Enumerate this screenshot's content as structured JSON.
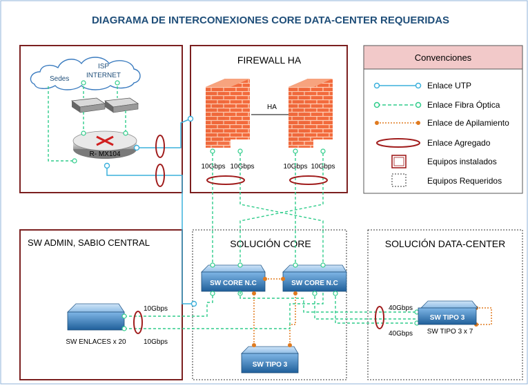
{
  "title": "DIAGRAMA DE INTERCONEXIONES CORE DATA-CENTER REQUERIDAS",
  "colors": {
    "title": "#1f4e79",
    "utp": "#3ab0dc",
    "fiber": "#2ecc8a",
    "stack": "#e07a1f",
    "aggregate": "#a01c1c",
    "installed_border": "#7b1f1f",
    "legend_header_bg": "#f2c9c9",
    "firewall": "#f0663c",
    "switch": "#2f7fbf"
  },
  "router_box": {
    "cloud_sedes": "Sedes",
    "cloud_isp_line1": "ISP",
    "cloud_isp_line2": "INTERNET",
    "router_label": "R- MX104"
  },
  "firewall_box": {
    "title": "FIREWALL HA",
    "ha_label": "HA",
    "ports": [
      "10Gbps",
      "10Gbps",
      "10Gbps",
      "10Gbps"
    ]
  },
  "legend": {
    "title": "Convenciones",
    "items": [
      "Enlace UTP",
      "Enlace Fibra Óptica",
      "Enlace de Apilamiento",
      "Enlace Agregado",
      "Equipos instalados",
      "Equipos Requeridos"
    ]
  },
  "sw_admin_box": {
    "title": "SW ADMIN, SABIO CENTRAL",
    "switch_label": "SW ENLACES x 20",
    "link_top": "10Gbps",
    "link_bottom": "10Gbps"
  },
  "core_box": {
    "title": "SOLUCIÓN CORE",
    "switch1": "SW CORE N.C",
    "switch2": "SW CORE N.C",
    "switch3": "SW TIPO 3"
  },
  "dc_box": {
    "title": "SOLUCIÓN DATA-CENTER",
    "switch_label": "SW TIPO 3",
    "switch_caption": "SW TIPO 3 x 7",
    "link_top": "40Gbps",
    "link_bottom": "40Gbps"
  }
}
